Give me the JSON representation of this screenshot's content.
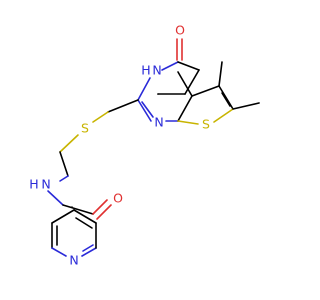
{
  "molecule": {
    "atoms": {
      "o_carbonyl_top": "O",
      "nh_ring_n": "N",
      "nh_ring_h": "H",
      "pyrimidine_n_lower": "N",
      "thiophene_s": "S",
      "thioether_s": "S",
      "amide_n": "N",
      "amide_h": "H",
      "amide_o": "O",
      "pyridine_n": "N"
    },
    "colors": {
      "carbon": "#000000",
      "nitrogen": "#2a2ad8",
      "oxygen": "#e03030",
      "sulfur": "#c8b400"
    }
  }
}
